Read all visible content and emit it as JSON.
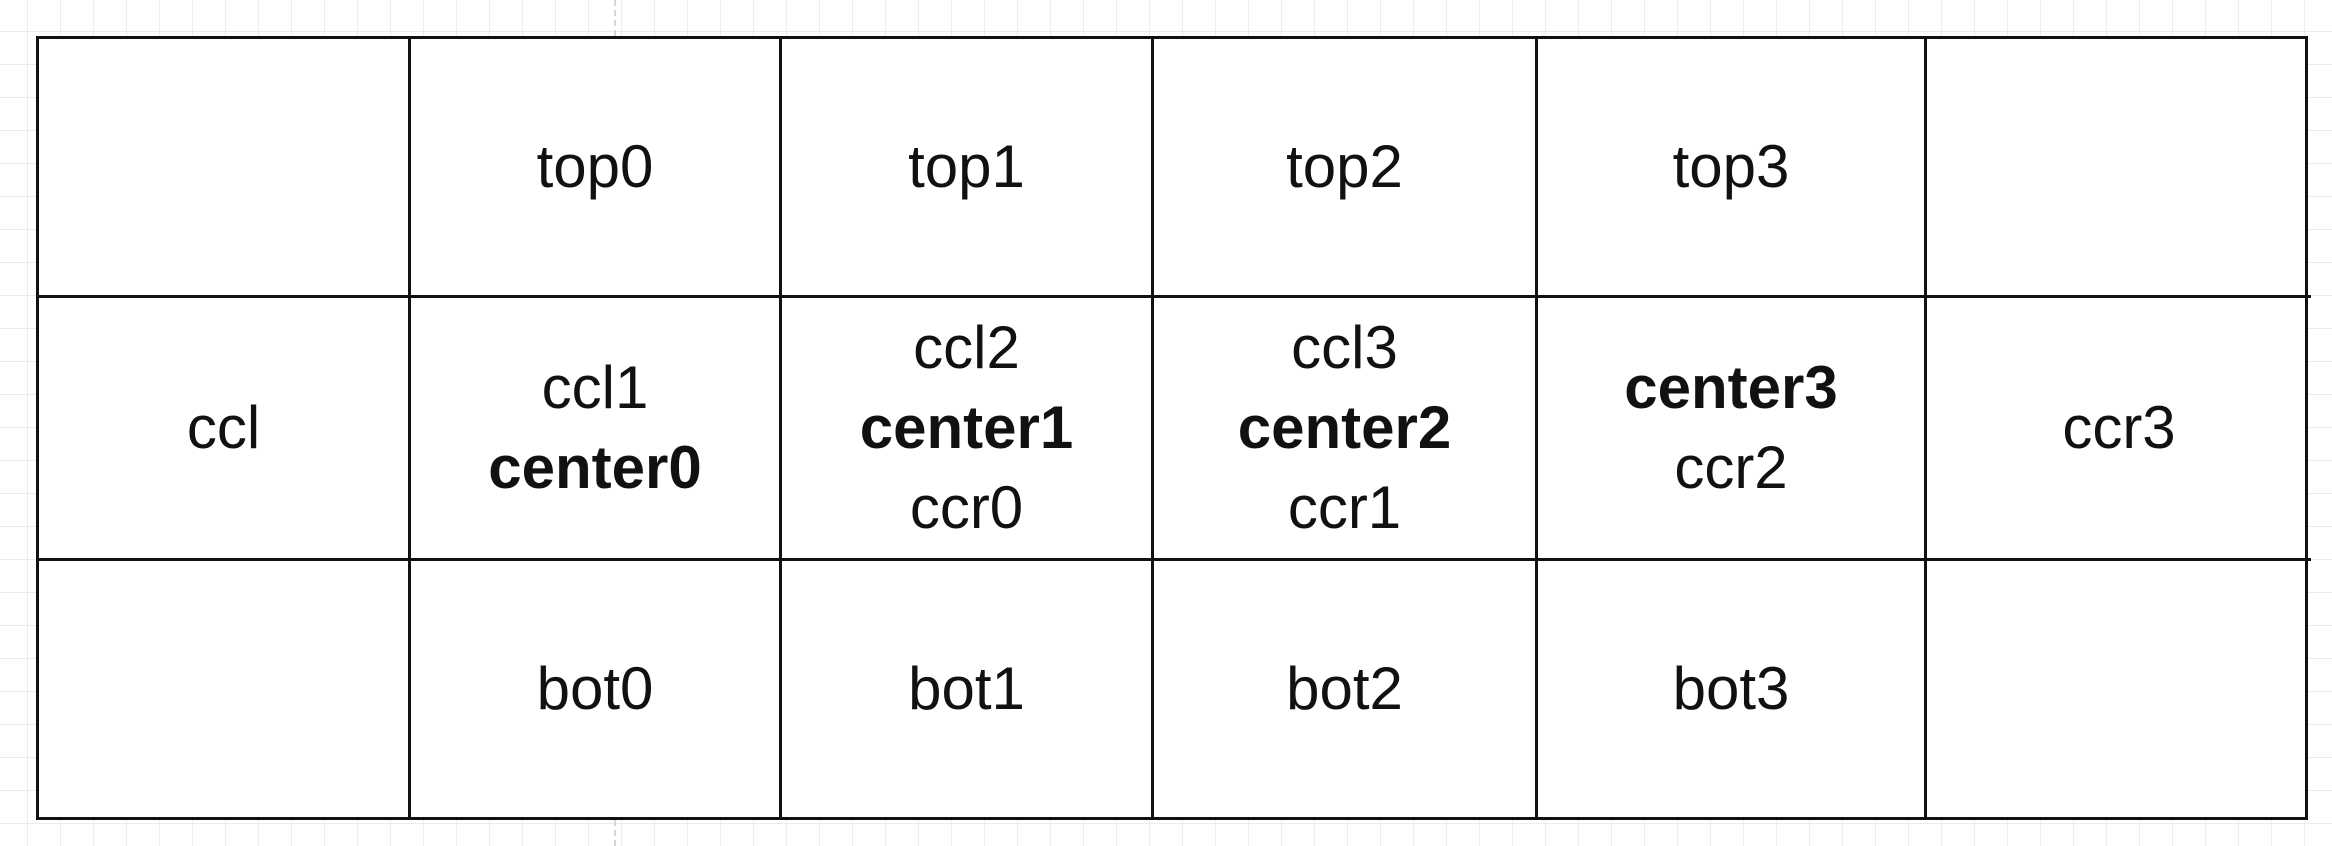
{
  "table": {
    "rows": [
      [
        {
          "lines": []
        },
        {
          "lines": [
            {
              "text": "top0",
              "bold": false
            }
          ]
        },
        {
          "lines": [
            {
              "text": "top1",
              "bold": false
            }
          ]
        },
        {
          "lines": [
            {
              "text": "top2",
              "bold": false
            }
          ]
        },
        {
          "lines": [
            {
              "text": "top3",
              "bold": false
            }
          ]
        },
        {
          "lines": []
        }
      ],
      [
        {
          "lines": [
            {
              "text": "ccl",
              "bold": false
            }
          ]
        },
        {
          "lines": [
            {
              "text": "ccl1",
              "bold": false
            },
            {
              "text": "center0",
              "bold": true
            }
          ]
        },
        {
          "lines": [
            {
              "text": "ccl2",
              "bold": false
            },
            {
              "text": "center1",
              "bold": true
            },
            {
              "text": "ccr0",
              "bold": false
            }
          ]
        },
        {
          "lines": [
            {
              "text": "ccl3",
              "bold": false
            },
            {
              "text": "center2",
              "bold": true
            },
            {
              "text": "ccr1",
              "bold": false
            }
          ]
        },
        {
          "lines": [
            {
              "text": "center3",
              "bold": true
            },
            {
              "text": "ccr2",
              "bold": false
            }
          ]
        },
        {
          "lines": [
            {
              "text": "ccr3",
              "bold": false
            }
          ]
        }
      ],
      [
        {
          "lines": []
        },
        {
          "lines": [
            {
              "text": "bot0",
              "bold": false
            }
          ]
        },
        {
          "lines": [
            {
              "text": "bot1",
              "bold": false
            }
          ]
        },
        {
          "lines": [
            {
              "text": "bot2",
              "bold": false
            }
          ]
        },
        {
          "lines": [
            {
              "text": "bot3",
              "bold": false
            }
          ]
        },
        {
          "lines": []
        }
      ]
    ]
  }
}
